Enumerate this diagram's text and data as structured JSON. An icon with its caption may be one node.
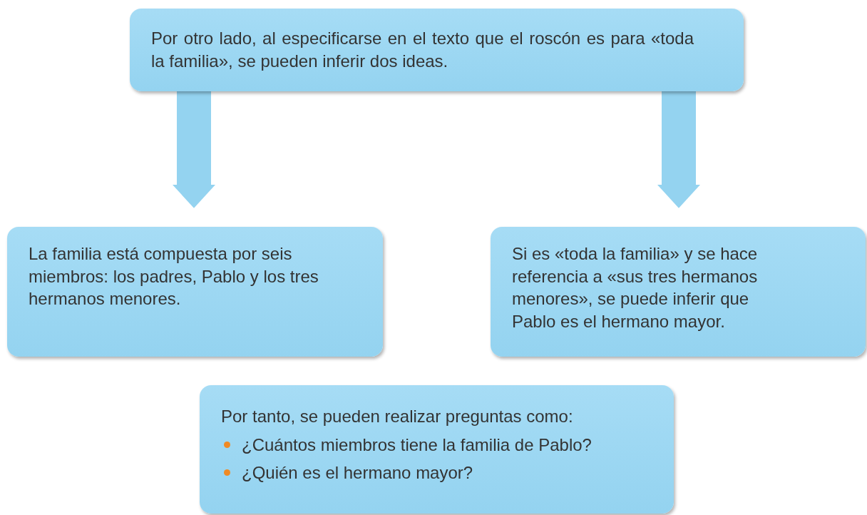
{
  "diagram": {
    "nodes": [
      {
        "text": [
          "Por otro lado, al especificarse en el texto que el roscón es para «toda la familia», se pueden inferir dos ideas."
        ]
      },
      {
        "text": [
          "La familia está compuesta por seis miembros: los padres, Pablo y los tres hermanos menores."
        ]
      },
      {
        "text": [
          "Si es «toda la familia» y se hace referencia a «sus tres hermanos menores», se puede inferir que Pablo es el hermano mayor."
        ]
      },
      {
        "text": [
          "Por tanto, se pueden realizar preguntas como:",
          "¿Cuántos miembros tiene la familia de Pablo?",
          "¿Quién es el hermano mayor?"
        ]
      }
    ],
    "edges": [
      {
        "from": 0,
        "to": 1,
        "arrow": "to"
      },
      {
        "from": 0,
        "to": 2,
        "arrow": "to"
      }
    ]
  }
}
